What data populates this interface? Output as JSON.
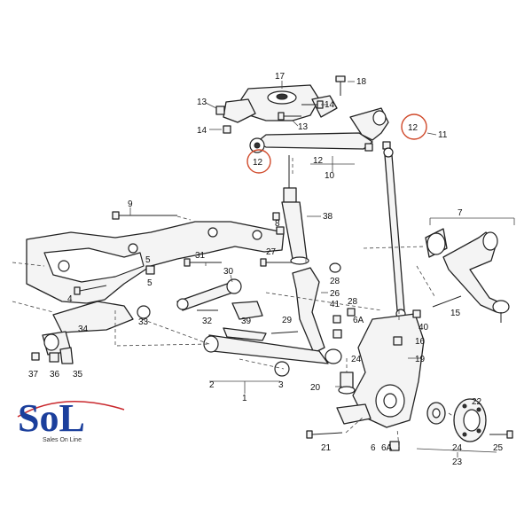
{
  "callouts": [
    {
      "id": "c17",
      "text": "17"
    },
    {
      "id": "c18",
      "text": "18"
    },
    {
      "id": "c13a",
      "text": "13"
    },
    {
      "id": "c14a",
      "text": "14"
    },
    {
      "id": "c14b",
      "text": "14"
    },
    {
      "id": "c13b",
      "text": "13"
    },
    {
      "id": "c12a",
      "text": "12"
    },
    {
      "id": "c11",
      "text": "11"
    },
    {
      "id": "c12b",
      "text": "12"
    },
    {
      "id": "c12c",
      "text": "12"
    },
    {
      "id": "c10",
      "text": "10"
    },
    {
      "id": "c9",
      "text": "9"
    },
    {
      "id": "c38",
      "text": "38"
    },
    {
      "id": "c7",
      "text": "7"
    },
    {
      "id": "c8",
      "text": "8"
    },
    {
      "id": "c5a",
      "text": "5"
    },
    {
      "id": "c31",
      "text": "31"
    },
    {
      "id": "c27",
      "text": "27"
    },
    {
      "id": "c5b",
      "text": "5"
    },
    {
      "id": "c30",
      "text": "30"
    },
    {
      "id": "c28a",
      "text": "28"
    },
    {
      "id": "c26",
      "text": "26"
    },
    {
      "id": "c4",
      "text": "4"
    },
    {
      "id": "c41",
      "text": "41"
    },
    {
      "id": "c28b",
      "text": "28"
    },
    {
      "id": "c33",
      "text": "33"
    },
    {
      "id": "c32",
      "text": "32"
    },
    {
      "id": "c39",
      "text": "39"
    },
    {
      "id": "c29",
      "text": "29"
    },
    {
      "id": "c6Aa",
      "text": "6A"
    },
    {
      "id": "c40",
      "text": "40"
    },
    {
      "id": "c15",
      "text": "15"
    },
    {
      "id": "c34",
      "text": "34"
    },
    {
      "id": "c16",
      "text": "16"
    },
    {
      "id": "c24a",
      "text": "24"
    },
    {
      "id": "c19",
      "text": "19"
    },
    {
      "id": "c37",
      "text": "37"
    },
    {
      "id": "c36",
      "text": "36"
    },
    {
      "id": "c35",
      "text": "35"
    },
    {
      "id": "c2",
      "text": "2"
    },
    {
      "id": "c3",
      "text": "3"
    },
    {
      "id": "c20",
      "text": "20"
    },
    {
      "id": "c1",
      "text": "1"
    },
    {
      "id": "c22",
      "text": "22"
    },
    {
      "id": "c21",
      "text": "21"
    },
    {
      "id": "c6",
      "text": "6"
    },
    {
      "id": "c6Ab",
      "text": "6A"
    },
    {
      "id": "c24b",
      "text": "24"
    },
    {
      "id": "c25",
      "text": "25"
    },
    {
      "id": "c23",
      "text": "23"
    }
  ],
  "logo": {
    "brand": "SoL",
    "tagline": "Sales On Line"
  },
  "colors": {
    "line": "#222222",
    "highlight": "#d0492a",
    "logo": "#1b3f9c"
  }
}
